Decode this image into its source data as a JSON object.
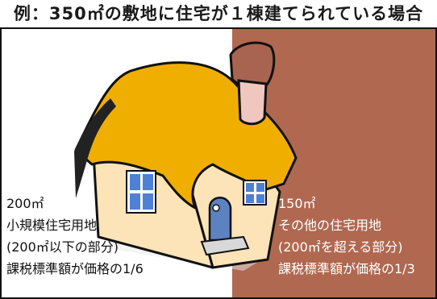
{
  "title": "例：350㎡の敷地に住宅が１棟建てられている場合",
  "colors": {
    "right_zone": "#B06850",
    "roof": "#F0AE00",
    "wall": "#FCE3B8",
    "chimney": "#A86450",
    "door": "#5C82C2",
    "window": "#4E80D4"
  },
  "left_zone": {
    "area": "200㎡",
    "name": "小規模住宅用地",
    "range": "(200㎡以下の部分)",
    "rate": "課税標準額が価格の1/6"
  },
  "right_zone": {
    "area": "150㎡",
    "name": "その他の住宅用地",
    "range": "(200㎡を超える部分)",
    "rate": "課税標準額が価格の1/3"
  }
}
